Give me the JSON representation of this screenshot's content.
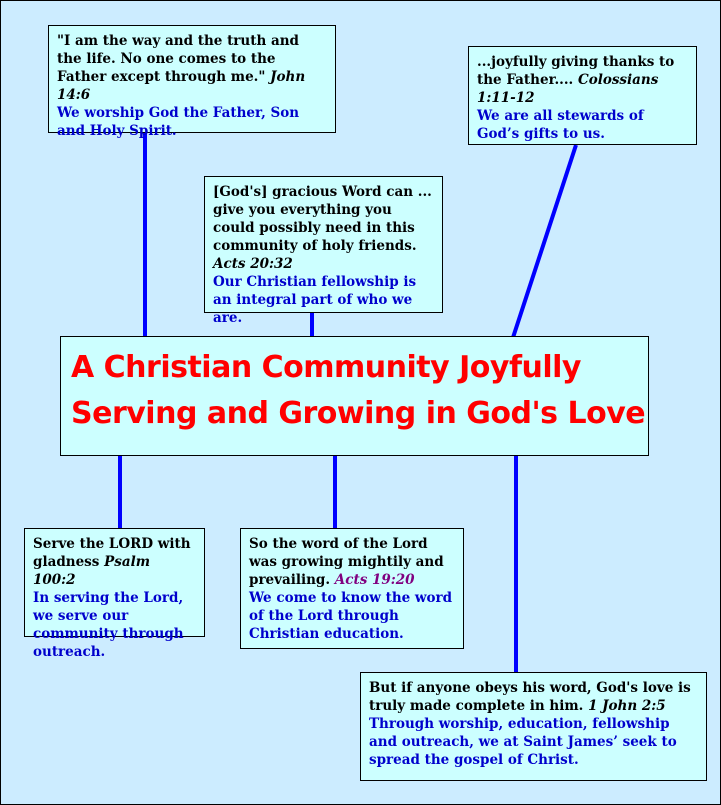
{
  "center_title": {
    "line1": "A Christian Community Joyfully",
    "line2": "Serving and Growing in God's Love",
    "color": "#ff0000"
  },
  "boxes": {
    "worship": {
      "quote": "\"I am the way and the truth and the life. No one comes to the Father except through me.\"",
      "ref": "John 14:6",
      "note": "We worship God the Father, Son and Holy Spirit."
    },
    "stewards": {
      "quote": "...joyfully giving thanks to the Father....",
      "ref": "Colossians 1:11-12",
      "note": "We are all stewards of God’s gifts to us."
    },
    "fellowship": {
      "quote": "[God's] gracious Word can ... give you everything you could possibly need in this community of holy friends.",
      "ref": "Acts 20:32",
      "note": "Our Christian fellowship is an integral part of who we are."
    },
    "serve": {
      "quote": "Serve the LORD with gladness",
      "ref": "Psalm 100:2",
      "note": "In serving the Lord, we serve our community through outreach."
    },
    "education": {
      "quote": "So the word of the Lord was growing mightily and prevailing.",
      "ref": "Acts 19:20",
      "note": "We come to know the word of the Lord through Christian education."
    },
    "love": {
      "quote": "But if anyone obeys his word, God's love is truly made complete in him.",
      "ref": "1 John 2:5",
      "note": "Through worship, education, fellowship and outreach, we at Saint James’ seek to spread the gospel of Christ."
    }
  },
  "colors": {
    "background": "#ccecff",
    "box_fill": "#ccffff",
    "connector": "#0000ff",
    "note_text": "#0000cc"
  }
}
